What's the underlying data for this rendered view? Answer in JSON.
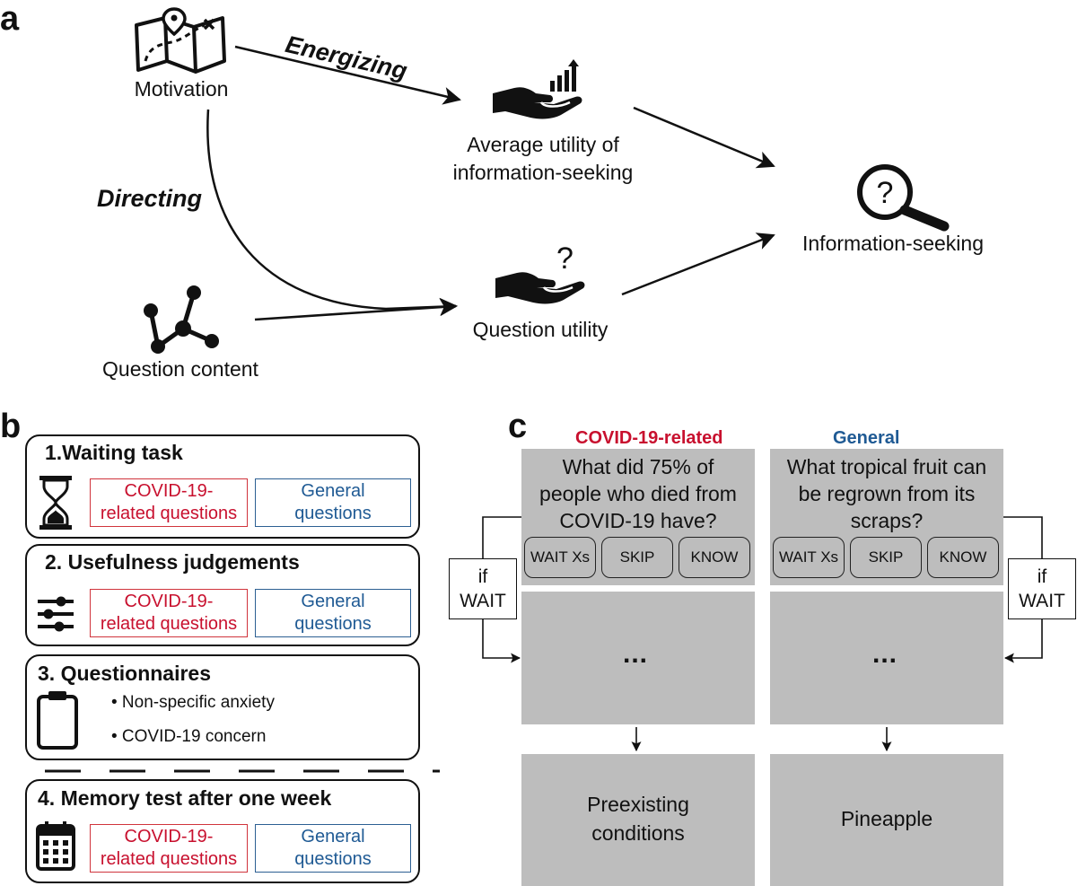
{
  "panel_a": {
    "letter": "a",
    "nodes": {
      "motivation": "Motivation",
      "average_utility": [
        "Average utility of",
        "information-seeking"
      ],
      "information_seeking": "Information-seeking",
      "question_utility": "Question utility",
      "question_content": "Question content"
    },
    "arrow_labels": {
      "energizing": "Energizing",
      "directing": "Directing"
    },
    "question_mark": "?"
  },
  "panel_b": {
    "letter": "b",
    "steps": [
      {
        "title": "1.Waiting task",
        "icon": "hourglass-icon",
        "covid": [
          "COVID-19-",
          "related questions"
        ],
        "general": [
          "General",
          "questions"
        ]
      },
      {
        "title": "2. Usefulness judgements",
        "icon": "sliders-icon",
        "covid": [
          "COVID-19-",
          "related questions"
        ],
        "general": [
          "General",
          "questions"
        ]
      },
      {
        "title": "3. Questionnaires",
        "icon": "clipboard-icon",
        "bullets": [
          "• Non-specific anxiety",
          "• COVID-19 concern"
        ]
      },
      {
        "title": "4. Memory test after one week",
        "icon": "calendar-icon",
        "covid": [
          "COVID-19-",
          "related questions"
        ],
        "general": [
          "General",
          "questions"
        ]
      }
    ]
  },
  "panel_c": {
    "letter": "c",
    "columns": [
      {
        "header": "COVID-19-related",
        "question": [
          "What did 75% of",
          "people who died from",
          "COVID-19 have?"
        ],
        "buttons": [
          "WAIT Xs",
          "SKIP",
          "KNOW"
        ],
        "if_wait": [
          "if",
          "WAIT"
        ],
        "waiting": "...",
        "answer": [
          "Preexisting",
          "conditions"
        ]
      },
      {
        "header": "General",
        "question": [
          "What tropical fruit can",
          "be regrown from its",
          "scraps?"
        ],
        "buttons": [
          "WAIT Xs",
          "SKIP",
          "KNOW"
        ],
        "if_wait": [
          "if",
          "WAIT"
        ],
        "waiting": "...",
        "answer": [
          "Pineapple"
        ]
      }
    ]
  },
  "colors": {
    "covid": "#c8102e",
    "general": "#1f5a94",
    "grey": "#bdbdbd",
    "ink": "#111111"
  }
}
